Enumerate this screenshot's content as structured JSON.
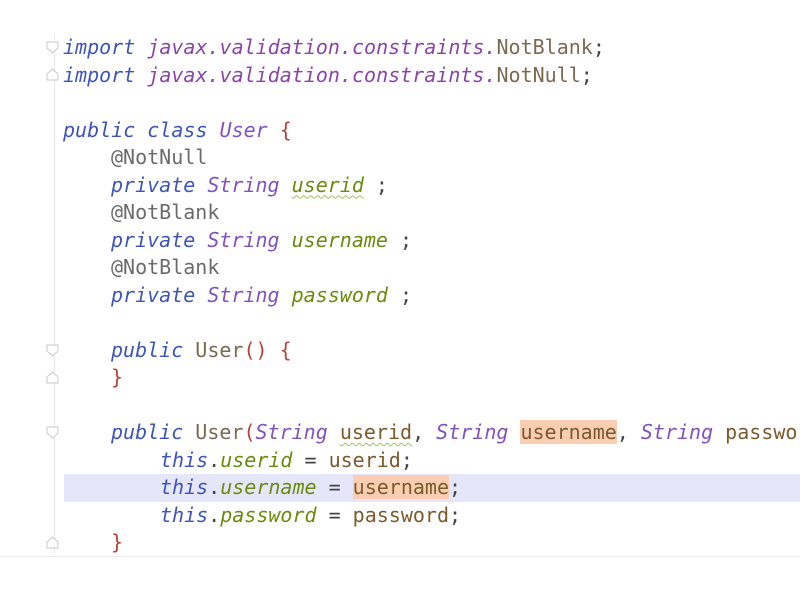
{
  "code": {
    "import1": {
      "kw": "import",
      "pkg": "javax.validation.constraints.",
      "cls": "NotBlank",
      "end": ";"
    },
    "import2": {
      "kw": "import",
      "pkg": "javax.validation.constraints.",
      "cls": "NotNull",
      "end": ";"
    },
    "class_decl": {
      "kw1": "public",
      "kw2": "class",
      "name": "User",
      "brace": "{"
    },
    "f1": {
      "anno": "@NotNull",
      "kw": "private",
      "type": "String",
      "name": "userid",
      "end": " ;"
    },
    "f2": {
      "anno": "@NotBlank",
      "kw": "private",
      "type": "String",
      "name": "username",
      "end": " ;"
    },
    "f3": {
      "anno": "@NotBlank",
      "kw": "private",
      "type": "String",
      "name": "password",
      "end": " ;"
    },
    "ctor1": {
      "kw": "public",
      "name": "User",
      "parens": "()",
      "brace": "{",
      "close": "}"
    },
    "ctor2": {
      "kw": "public",
      "name": "User",
      "open": "(",
      "t1": "String",
      "p1": "userid",
      "comma1": ",",
      "t2": "String",
      "p2": "username",
      "comma2": ",",
      "t3": "String",
      "p3": "passwor"
    },
    "a1": {
      "this": "this",
      "dot": ".",
      "field": "userid",
      "eq": " = ",
      "val": "userid",
      "end": ";"
    },
    "a2": {
      "this": "this",
      "dot": ".",
      "field": "username",
      "eq": " = ",
      "val": "username",
      "end": ";"
    },
    "a3": {
      "this": "this",
      "dot": ".",
      "field": "password",
      "eq": " = ",
      "val": "password",
      "end": ";"
    },
    "close_brace": "}"
  }
}
